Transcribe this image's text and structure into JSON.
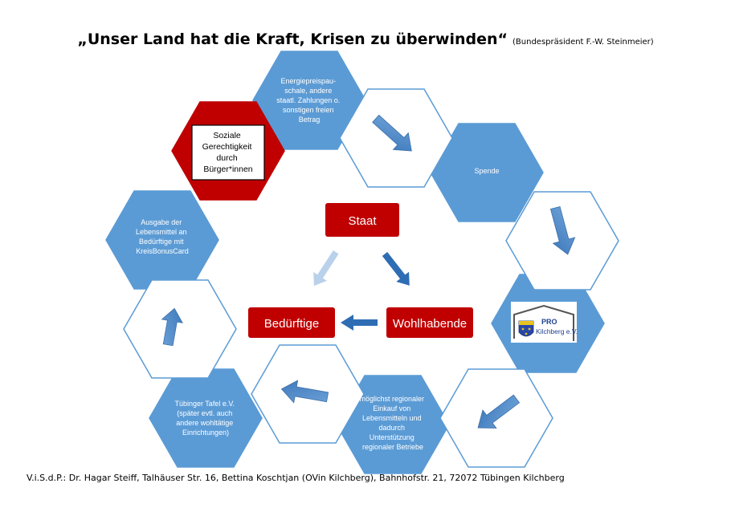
{
  "title": {
    "main": "„Unser Land hat die Kraft, Krisen zu überwinden“",
    "source": "(Bundespräsident F.-W. Steinmeier)"
  },
  "center": {
    "staat": "Staat",
    "beduerftige": "Bedürftige",
    "wohlhabende": "Wohlhabende"
  },
  "hexagons": {
    "energie": [
      "Energiepreispau-",
      "schale, andere",
      "staatl. Zahlungen o.",
      "sonstigen freien",
      "Betrag"
    ],
    "spende": [
      "Spende"
    ],
    "prokilchberg": [
      "PRO",
      "Kilchberg e.V."
    ],
    "einkauf": [
      "möglichst regionaler",
      "Einkauf von",
      "Lebensmitteln und",
      "dadurch",
      "Unterstützung",
      "regionaler Betriebe"
    ],
    "tafel": [
      "Tübinger Tafel e.V.",
      "(später evtl. auch",
      "andere wohltätige",
      "Einrichtungen)"
    ],
    "ausgabe": [
      "Ausgabe der",
      "Lebensmittel  an",
      "Bedürftige mit",
      "KreisBonusCard"
    ],
    "soziale": [
      "Soziale",
      "Gerechtigkeit",
      "durch",
      "Bürger*innen"
    ]
  },
  "footer": "V.i.S.d.P.: Dr. Hagar Steiff, Talhäuser Str. 16, Bettina Koschtjan (OVin Kilchberg), Bahnhofstr. 21, 72072 Tübingen Kilchberg",
  "colors": {
    "blue": "#5B9BD5",
    "red": "#C00000",
    "outline": "#5B9BD5",
    "arrow": "#4F86C6"
  }
}
